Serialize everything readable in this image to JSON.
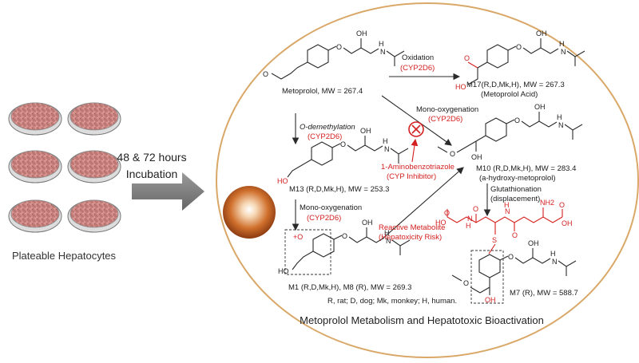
{
  "left": {
    "label": "Plateable Hepatocytes",
    "incubation_line1": "48 & 72 hours",
    "incubation_line2": "Incubation"
  },
  "title": "Metoprolol Metabolism and Hepatotoxic Bioactivation",
  "compounds": {
    "metoprolol": "Metoprolol, MW = 267.4",
    "m17": "M17(R,D,Mk,H), MW = 267.3",
    "m17_sub": "(Metoprolol Acid)",
    "m13": "M13 (R,D,Mk,H), MW = 253.3",
    "m10": "M10 (R,D,Mk,H), MW = 283.4",
    "m10_sub": "(a-hydroxy-metoprolol)",
    "m1": "M1 (R,D,Mk,H), M8 (R), MW = 269.3",
    "m7": "M7 (R), MW = 588.7"
  },
  "reactions": {
    "oxidation": "Oxidation",
    "o_demethylation": "O-demethylation",
    "mono_oxygenation": "Mono-oxygenation",
    "glutathionation": "Glutathionation",
    "displacement": "(displacement)",
    "enzyme": "(CYP2D6)"
  },
  "inhibitor": {
    "name": "1-Aminobenzotriazole",
    "sub": "(CYP Inhibitor)"
  },
  "reactive": {
    "line1": "Reactive Metabolite",
    "line2": "(Hepatoxicity Risk)"
  },
  "species_legend": "R, rat; D, dog; Mk, monkey; H, human.",
  "atoms": {
    "oh": "OH",
    "o": "O",
    "h_n": "H",
    "n": "N",
    "ho": "HO",
    "plus_o": "+O",
    "s": "S",
    "nh2": "NH2"
  },
  "colors": {
    "accent_red": "#d42020",
    "ellipse_stroke": "#d9a868",
    "arrow_gray": "#808080"
  }
}
